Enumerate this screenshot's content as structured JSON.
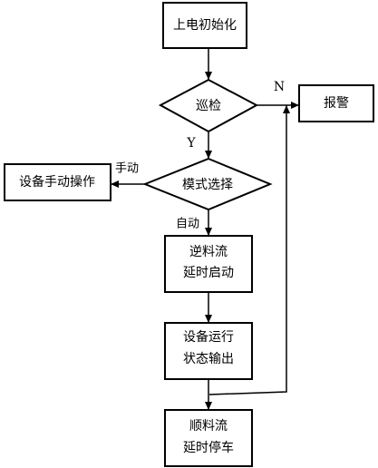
{
  "nodes": {
    "power_on_init": "上电初始化",
    "inspection": "巡检",
    "alarm": "报警",
    "mode_select": "模式选择",
    "manual_operation": "设备手动操作",
    "reverse_flow_start": [
      "逆料流",
      "延时启动"
    ],
    "equipment_output": [
      "设备运行",
      "状态输出"
    ],
    "forward_flow_stop": [
      "顺料流",
      "延时停车"
    ]
  },
  "edge_labels": {
    "no": "N",
    "yes": "Y",
    "manual": "手动",
    "auto": "自动"
  }
}
